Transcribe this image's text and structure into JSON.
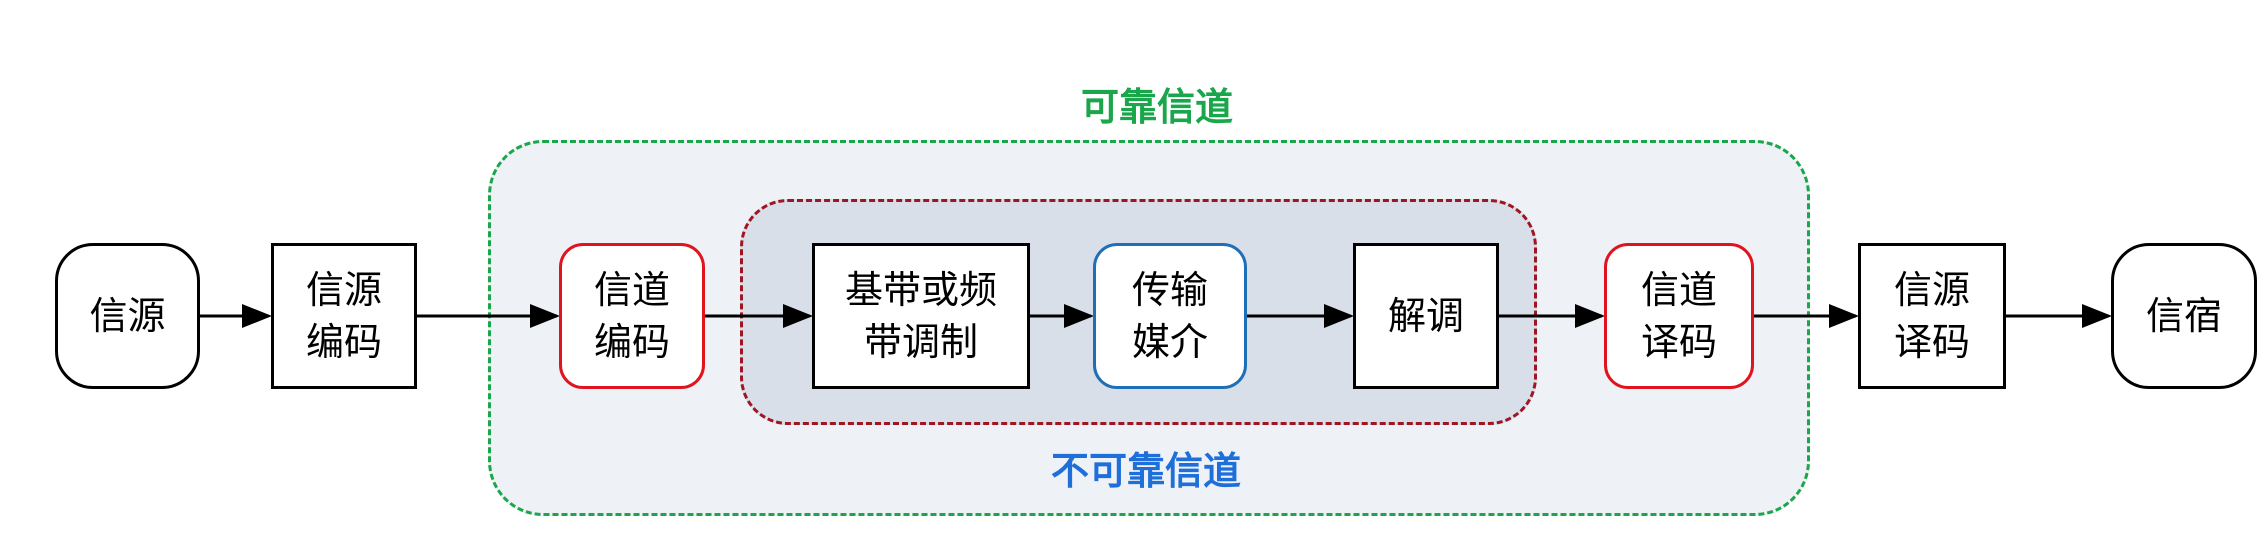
{
  "diagram": {
    "regions": {
      "reliable_label": "可靠信道",
      "unreliable_label": "不可靠信道"
    },
    "nodes": [
      {
        "id": "source",
        "label": "信源"
      },
      {
        "id": "source_encoder",
        "label": "信源\n编码"
      },
      {
        "id": "channel_encoder",
        "label": "信道\n编码"
      },
      {
        "id": "modulation",
        "label": "基带或频\n带调制"
      },
      {
        "id": "medium",
        "label": "传输\n媒介"
      },
      {
        "id": "demodulation",
        "label": "解调"
      },
      {
        "id": "channel_decoder",
        "label": "信道\n译码"
      },
      {
        "id": "source_decoder",
        "label": "信源\n译码"
      },
      {
        "id": "sink",
        "label": "信宿"
      }
    ],
    "edges": [
      [
        "source",
        "source_encoder"
      ],
      [
        "source_encoder",
        "channel_encoder"
      ],
      [
        "channel_encoder",
        "modulation"
      ],
      [
        "modulation",
        "medium"
      ],
      [
        "medium",
        "demodulation"
      ],
      [
        "demodulation",
        "channel_decoder"
      ],
      [
        "channel_decoder",
        "source_decoder"
      ],
      [
        "source_decoder",
        "sink"
      ]
    ],
    "colors": {
      "reliable": "#1aa64a",
      "unreliable_border": "#a01522",
      "unreliable_label": "#1e6fd9",
      "channel_coding_border": "#e0141e",
      "medium_border": "#1e6fb8",
      "arrow": "#000000"
    }
  }
}
